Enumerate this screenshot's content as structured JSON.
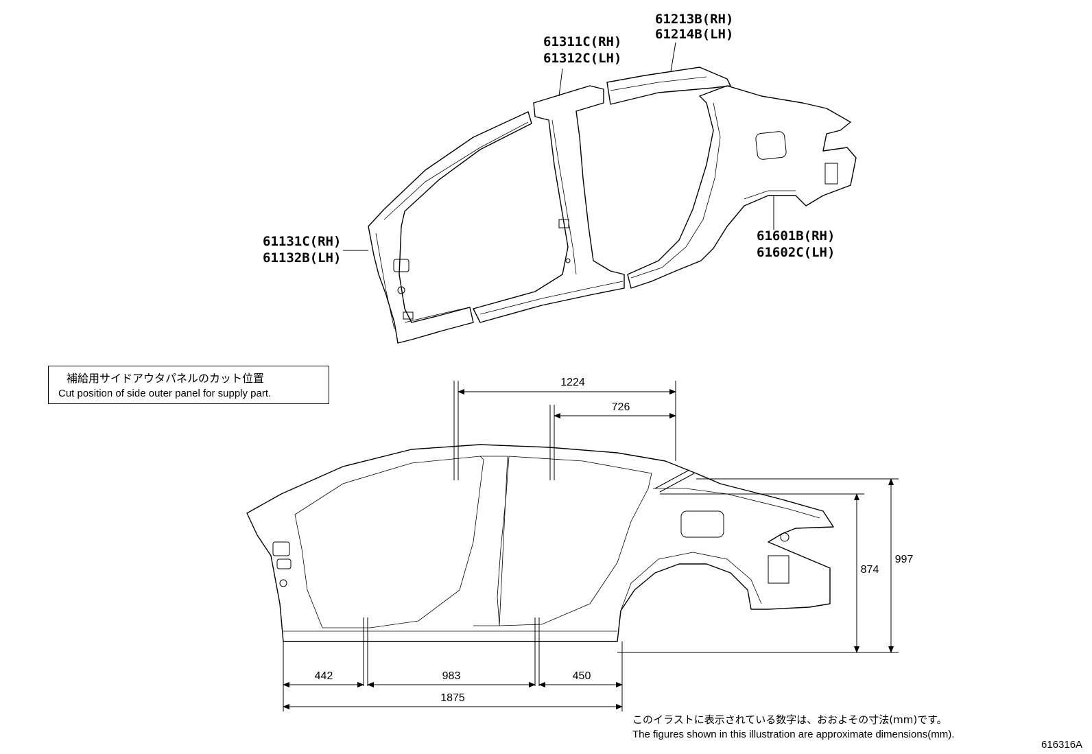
{
  "parts": {
    "front_pillar": {
      "rh": "61131C(RH)",
      "lh": "61132B(LH)"
    },
    "center_pillar": {
      "rh": "61311C(RH)",
      "lh": "61312C(LH)"
    },
    "roof_side_rail": {
      "rh": "61213B(RH)",
      "lh": "61214B(LH)"
    },
    "quarter_panel": {
      "rh": "61601B(RH)",
      "lh": "61602C(LH)"
    }
  },
  "cut_position_box": {
    "ja": "補給用サイドアウタパネルのカット位置",
    "en": "Cut position of side outer panel for supply part."
  },
  "dimensions": {
    "top_long": "1224",
    "top_short": "726",
    "height_inner": "874",
    "height_outer": "997",
    "bottom_left": "442",
    "bottom_mid": "983",
    "bottom_right": "450",
    "bottom_total": "1875"
  },
  "footnote": {
    "ja": "このイラストに表示されている数字は、おおよその寸法(mm)です。",
    "en": "The figures shown in this illustration are approximate dimensions(mm)."
  },
  "figure_id": "616316A"
}
